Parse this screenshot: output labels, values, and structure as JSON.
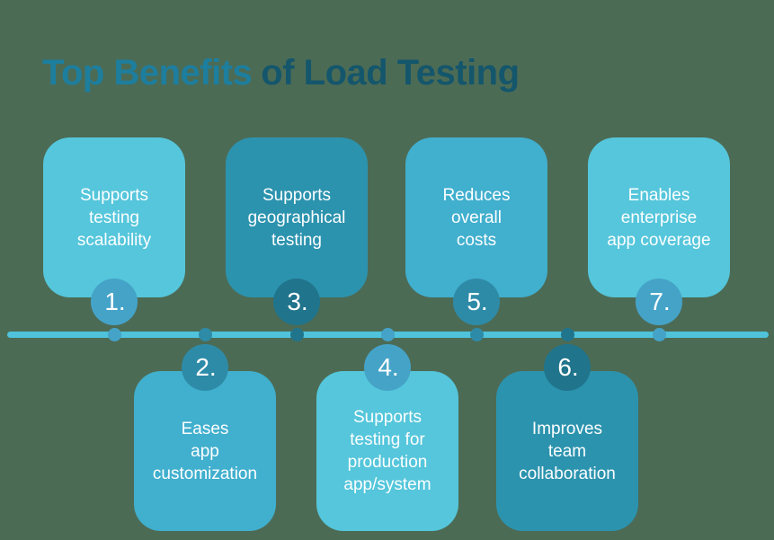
{
  "title": {
    "highlight": "Top Benefits",
    "rest": "of Load Testing"
  },
  "colors": {
    "background": "#4C6B55",
    "title_highlight": "#1D7E9E",
    "title_rest": "#14566C",
    "card_light": "#55C6DB",
    "card_medium": "#41AFCE",
    "card_dark": "#2C93AE",
    "circle_light": "#45A3C8",
    "circle_medium": "#2E8BA8",
    "circle_dark": "#20748C",
    "timeline_line": "#4FC3DC",
    "card_text": "#FDFEFF"
  },
  "timeline": {
    "items": [
      {
        "number": "1.",
        "label": "Supports\ntesting\nscalability",
        "row": "top",
        "tone": "light"
      },
      {
        "number": "2.",
        "label": "Eases\napp\ncustomization",
        "row": "bottom",
        "tone": "medium"
      },
      {
        "number": "3.",
        "label": "Supports\ngeographical\ntesting",
        "row": "top",
        "tone": "dark"
      },
      {
        "number": "4.",
        "label": "Supports\ntesting for\nproduction\napp/system",
        "row": "bottom",
        "tone": "light"
      },
      {
        "number": "5.",
        "label": "Reduces\noverall\ncosts",
        "row": "top",
        "tone": "medium"
      },
      {
        "number": "6.",
        "label": "Improves\nteam\ncollaboration",
        "row": "bottom",
        "tone": "dark"
      },
      {
        "number": "7.",
        "label": "Enables\nenterprise\napp coverage",
        "row": "top",
        "tone": "light"
      }
    ]
  }
}
